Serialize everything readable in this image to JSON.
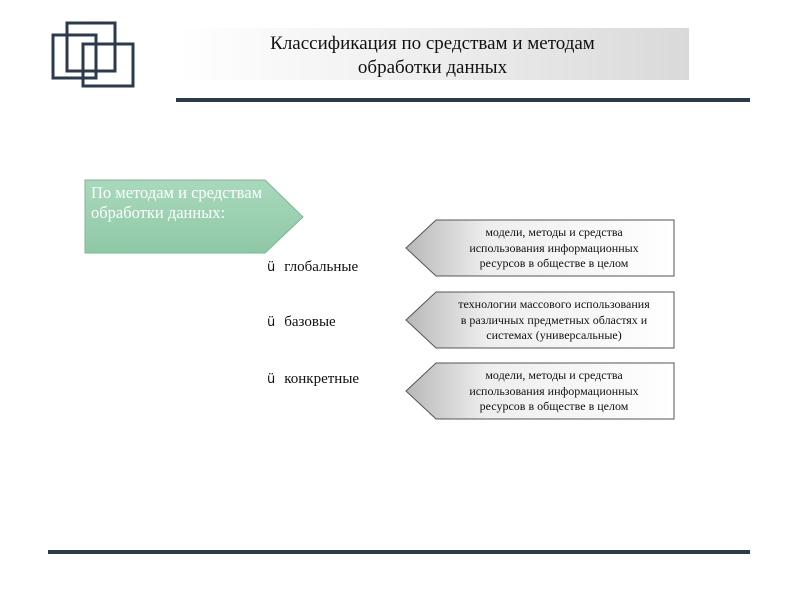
{
  "title": {
    "line1": "Классификация по средствам и методам",
    "line2": "обработки данных"
  },
  "left_tab": {
    "label": "По методам и средствам обработки данных:",
    "color": "#9fd3b4"
  },
  "categories": [
    {
      "check": "ü",
      "label": "глобальные"
    },
    {
      "check": "ü",
      "label": "базовые"
    },
    {
      "check": "ü",
      "label": "конкретные"
    }
  ],
  "descriptions": [
    {
      "line1": "модели, методы и средства",
      "line2": "использования информационных",
      "line3": "ресурсов в обществе в целом"
    },
    {
      "line1": "технологии массового использования",
      "line2": "в различных предметных областях и",
      "line3": "системах (универсальные)"
    },
    {
      "line1": "модели, методы и средства",
      "line2": "использования информационных",
      "line3": "ресурсов в обществе в целом"
    }
  ],
  "colors": {
    "rule": "#2b3a4c",
    "logo": "#2b3a4c"
  }
}
